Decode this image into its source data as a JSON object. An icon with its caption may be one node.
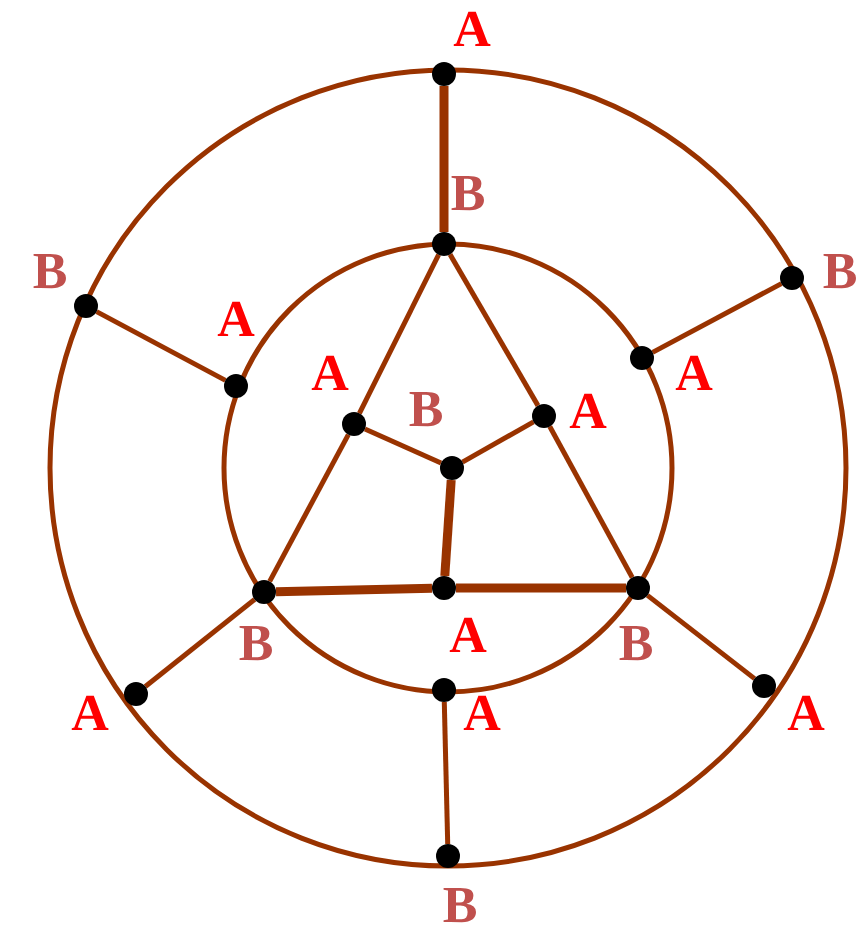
{
  "diagram": {
    "nodes": [
      {
        "text": [],
        "shape": "circle",
        "beside": [
          "A"
        ]
      },
      {
        "text": [],
        "shape": "circle",
        "beside": [
          "B"
        ]
      },
      {
        "text": [],
        "shape": "circle",
        "beside": [
          "B"
        ]
      },
      {
        "text": [],
        "shape": "circle",
        "beside": [
          "B"
        ]
      },
      {
        "text": [],
        "shape": "circle",
        "beside": [
          "A"
        ]
      },
      {
        "text": [],
        "shape": "circle",
        "beside": [
          "A"
        ]
      },
      {
        "text": [],
        "shape": "circle",
        "beside": [
          "A"
        ]
      },
      {
        "text": [],
        "shape": "circle",
        "beside": [
          "B"
        ]
      },
      {
        "text": [],
        "shape": "circle",
        "beside": [
          "A"
        ]
      },
      {
        "text": [],
        "shape": "circle",
        "beside": [
          "B"
        ]
      },
      {
        "text": [],
        "shape": "circle",
        "beside": [
          "A"
        ]
      },
      {
        "text": [],
        "shape": "circle",
        "beside": [
          "B"
        ]
      },
      {
        "text": [],
        "shape": "circle",
        "beside": [
          "A"
        ]
      },
      {
        "text": [],
        "shape": "circle",
        "beside": [
          "A"
        ]
      },
      {
        "text": [],
        "shape": "circle",
        "beside": [
          "A"
        ]
      },
      {
        "text": [],
        "shape": "circle",
        "beside": [
          "B"
        ]
      }
    ],
    "edges": [
      {
        "from": 0,
        "to": 3,
        "arrow": "none",
        "style": "thick"
      },
      {
        "from": 1,
        "to": 4,
        "arrow": "none"
      },
      {
        "from": 2,
        "to": 5,
        "arrow": "none"
      },
      {
        "from": 3,
        "to": 6,
        "arrow": "none"
      },
      {
        "from": 6,
        "to": 9,
        "arrow": "none"
      },
      {
        "from": 3,
        "to": 8,
        "arrow": "none"
      },
      {
        "from": 8,
        "to": 11,
        "arrow": "none"
      },
      {
        "from": 6,
        "to": 7,
        "arrow": "none"
      },
      {
        "from": 8,
        "to": 7,
        "arrow": "none"
      },
      {
        "from": 7,
        "to": 10,
        "arrow": "none",
        "style": "thick"
      },
      {
        "from": 9,
        "to": 10,
        "arrow": "none",
        "style": "thick"
      },
      {
        "from": 10,
        "to": 11,
        "arrow": "none",
        "style": "thick"
      },
      {
        "from": 9,
        "to": 13,
        "arrow": "none"
      },
      {
        "from": 11,
        "to": 14,
        "arrow": "none"
      },
      {
        "from": 12,
        "to": 15,
        "arrow": "none"
      }
    ]
  }
}
